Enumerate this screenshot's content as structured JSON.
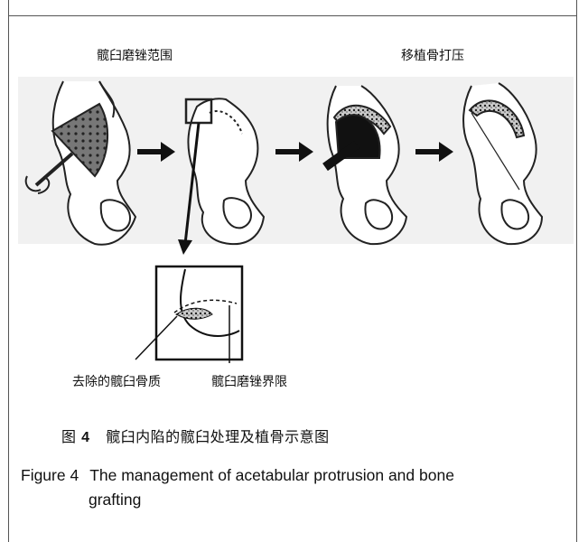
{
  "labels": {
    "acetabular_reaming_range": "髋臼磨锉范围",
    "graft_impaction": "移植骨打压",
    "removed_acetabular_bone": "去除的髋臼骨质",
    "reaming_boundary": "髋臼磨锉界限"
  },
  "caption": {
    "zh_prefix": "图",
    "zh_number": "4",
    "zh_text": "髋臼内陷的髋臼处理及植骨示意图",
    "en_prefix": "Figure 4",
    "en_line1": "The management of acetabular protrusion and bone",
    "en_line2": "grafting"
  }
}
